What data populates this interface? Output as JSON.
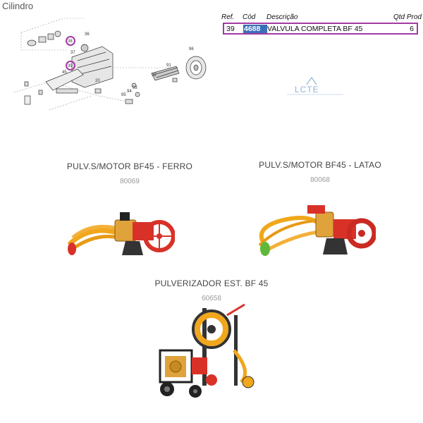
{
  "section": {
    "title": "Cilindro"
  },
  "diagram": {
    "callouts": [
      "38",
      "36",
      "37",
      "39",
      "45",
      "96",
      "91",
      "92",
      "93",
      "94",
      "95",
      "20"
    ]
  },
  "parts_table": {
    "headers": {
      "ref": "Ref.",
      "cod": "Cód",
      "desc": "Descrição",
      "qtd": "Qtd Prod"
    },
    "rows": [
      {
        "ref": "39",
        "cod": "4688",
        "desc": "VALVULA COMPLETA BF 45",
        "qtd": "6"
      }
    ],
    "highlight_color": "#a33aa3"
  },
  "logo": {
    "text": "LCTE"
  },
  "products": [
    {
      "name": "PULV.S/MOTOR BF45 - FERRO",
      "code": "80069"
    },
    {
      "name": "PULV.S/MOTOR BF45 - LATAO",
      "code": "80068"
    },
    {
      "name": "PULVERIZADOR EST. BF 45",
      "code": "60658"
    }
  ]
}
